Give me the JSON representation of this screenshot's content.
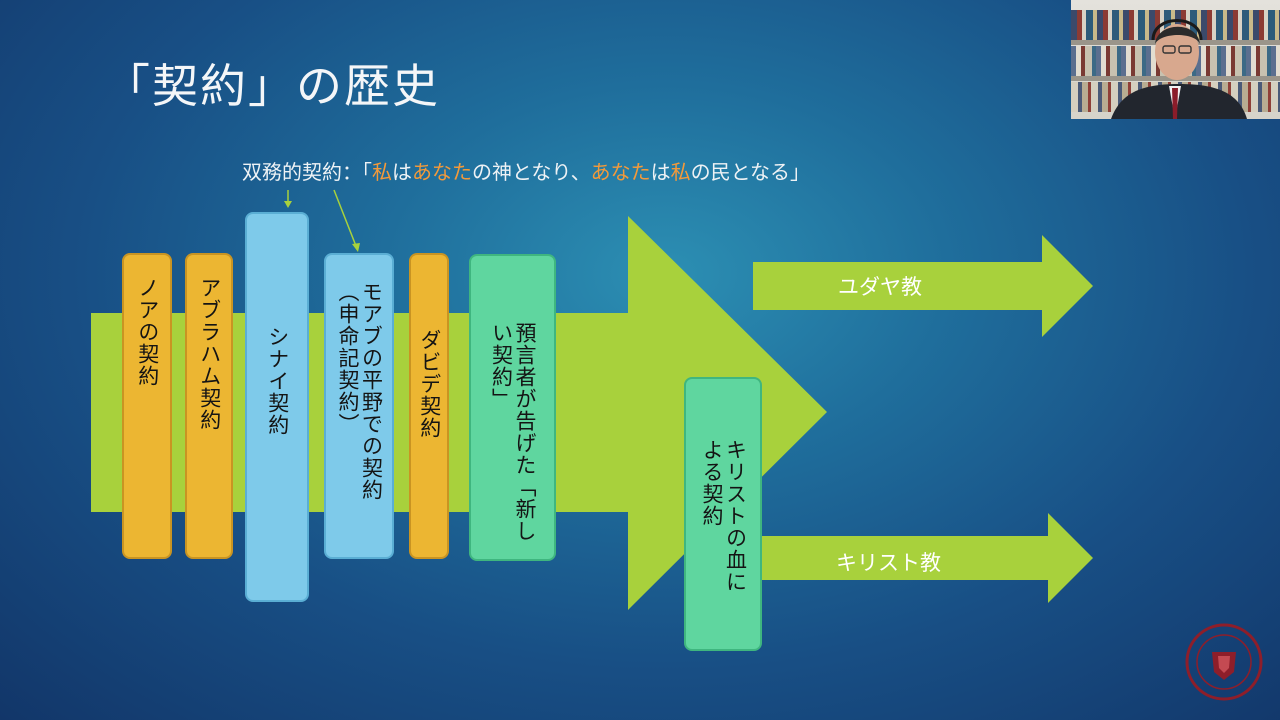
{
  "slide": {
    "title": "「契約」の歴史",
    "subtitle": {
      "prefix": "双務的契約：「",
      "s1": "私",
      "s2": "は",
      "s3": "あなた",
      "s4": "の神となり、",
      "s5": "あなた",
      "s6": "は",
      "s7": "私",
      "s8": "の民となる」"
    },
    "boxes": [
      {
        "label": "ノアの契約"
      },
      {
        "label": "アブラハム契約"
      },
      {
        "label": "シナイ契約"
      },
      {
        "label": "モアブの平野での契約\n（申命記契約）"
      },
      {
        "label": "ダビデ契約"
      },
      {
        "label": "預言者が告げた「新し\nい契約」"
      },
      {
        "label": "キリストの血に\nよる契約"
      }
    ],
    "arrows": {
      "judaism": "ユダヤ教",
      "christianity": "キリスト教"
    }
  },
  "colors": {
    "background": "#1f6e9c",
    "arrow_green": "#a8d13c",
    "box_orange": "#ecb632",
    "box_blue": "#7ecaea",
    "box_green": "#5fd69f",
    "highlight": "#f39a3a"
  }
}
